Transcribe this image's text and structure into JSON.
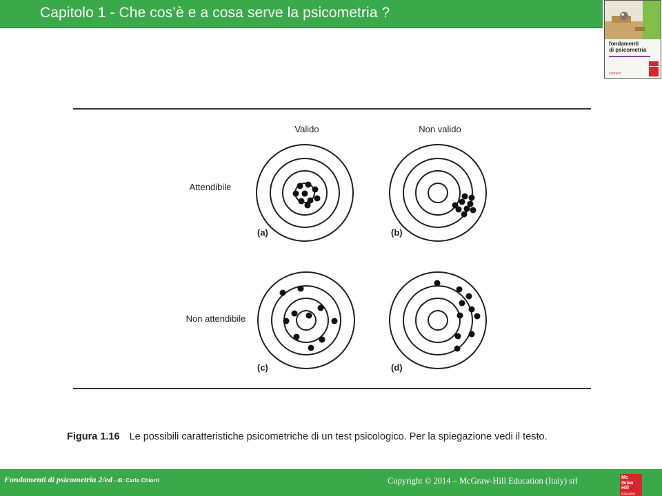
{
  "header": {
    "title": "Capitolo 1 - Che cos’è e a cosa serve la psicometria ?",
    "color": "#3aa94a"
  },
  "book_cover": {
    "title_line1": "fondamenti",
    "title_line2": "di psicometria",
    "connect_label": "connect"
  },
  "figure": {
    "column_labels": [
      "Valido",
      "Non valido"
    ],
    "row_labels": [
      "Attendibile",
      "Non attendibile"
    ],
    "panel_labels": [
      "(a)",
      "(b)",
      "(c)",
      "(d)"
    ]
  },
  "caption": {
    "label": "Figura 1.16",
    "text": "Le possibili caratteristiche psicometriche di un test psicologico. Per la spiegazione vedi il testo."
  },
  "footer": {
    "left_main": "Fondamenti di psicometria 2/ed",
    "left_small": " - di: Carlo Chiorri",
    "right": "Copyright © 2014 – McGraw-Hill Education (Italy) srl",
    "logo_lines": [
      "Mc",
      "Graw",
      "Hill",
      "Education"
    ]
  }
}
